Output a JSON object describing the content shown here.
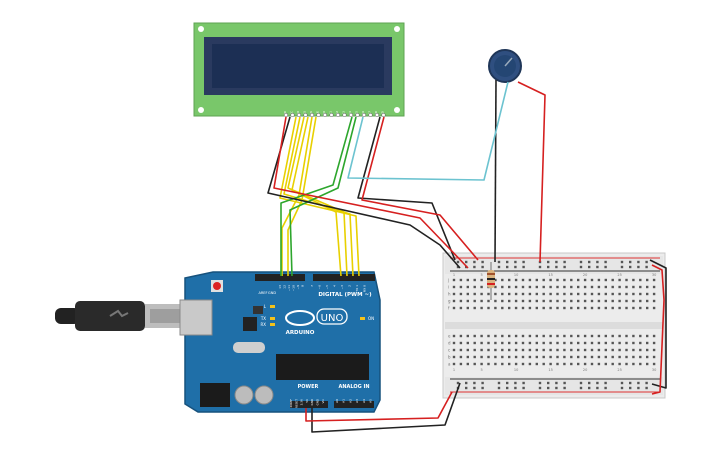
{
  "arduino": {
    "brand_text": "ARDUINO",
    "model_text": "UNO",
    "digital_label": "DIGITAL (PWM ~)",
    "power_label": "POWER",
    "analog_label": "ANALOG IN",
    "aref_label": "AREF",
    "gnd_label": "GND",
    "led_l_label": "L",
    "tx_label": "TX",
    "rx_label": "RX",
    "on_label": "ON",
    "digital_pins": [
      "13",
      "12",
      "~11",
      "~10",
      "~9",
      "8",
      "7",
      "~6",
      "~5",
      "4",
      "~3",
      "2",
      "TX 1",
      "RX 0"
    ],
    "power_pins": [
      "IOREF",
      "RESET",
      "3.3V",
      "5V",
      "GND",
      "GND",
      "Vin"
    ],
    "analog_pins": [
      "A0",
      "A1",
      "A2",
      "A3",
      "A4",
      "A5"
    ]
  },
  "lcd": {
    "pin_labels": [
      "GND",
      "VCC",
      "V0",
      "RS",
      "RW",
      "E",
      "DB0",
      "DB1",
      "DB2",
      "DB3",
      "DB4",
      "DB5",
      "DB6",
      "DB7",
      "LED",
      "LED"
    ]
  },
  "breadboard": {
    "row_letters_top": [
      "j",
      "i",
      "h",
      "g",
      "f"
    ],
    "row_letters_bottom": [
      "e",
      "d",
      "c",
      "b",
      "a"
    ],
    "column_numbers": [
      "1",
      "5",
      "10",
      "15",
      "20",
      "25",
      "30"
    ]
  },
  "colors": {
    "board_blue": "#1f6fa8",
    "lcd_green": "#79c76a",
    "lcd_screen": "#1c2f54",
    "wire_red": "#d62020",
    "wire_black": "#222222",
    "wire_yellow": "#e8d000",
    "wire_green": "#2da62d",
    "wire_cyan": "#6cc3d0"
  }
}
